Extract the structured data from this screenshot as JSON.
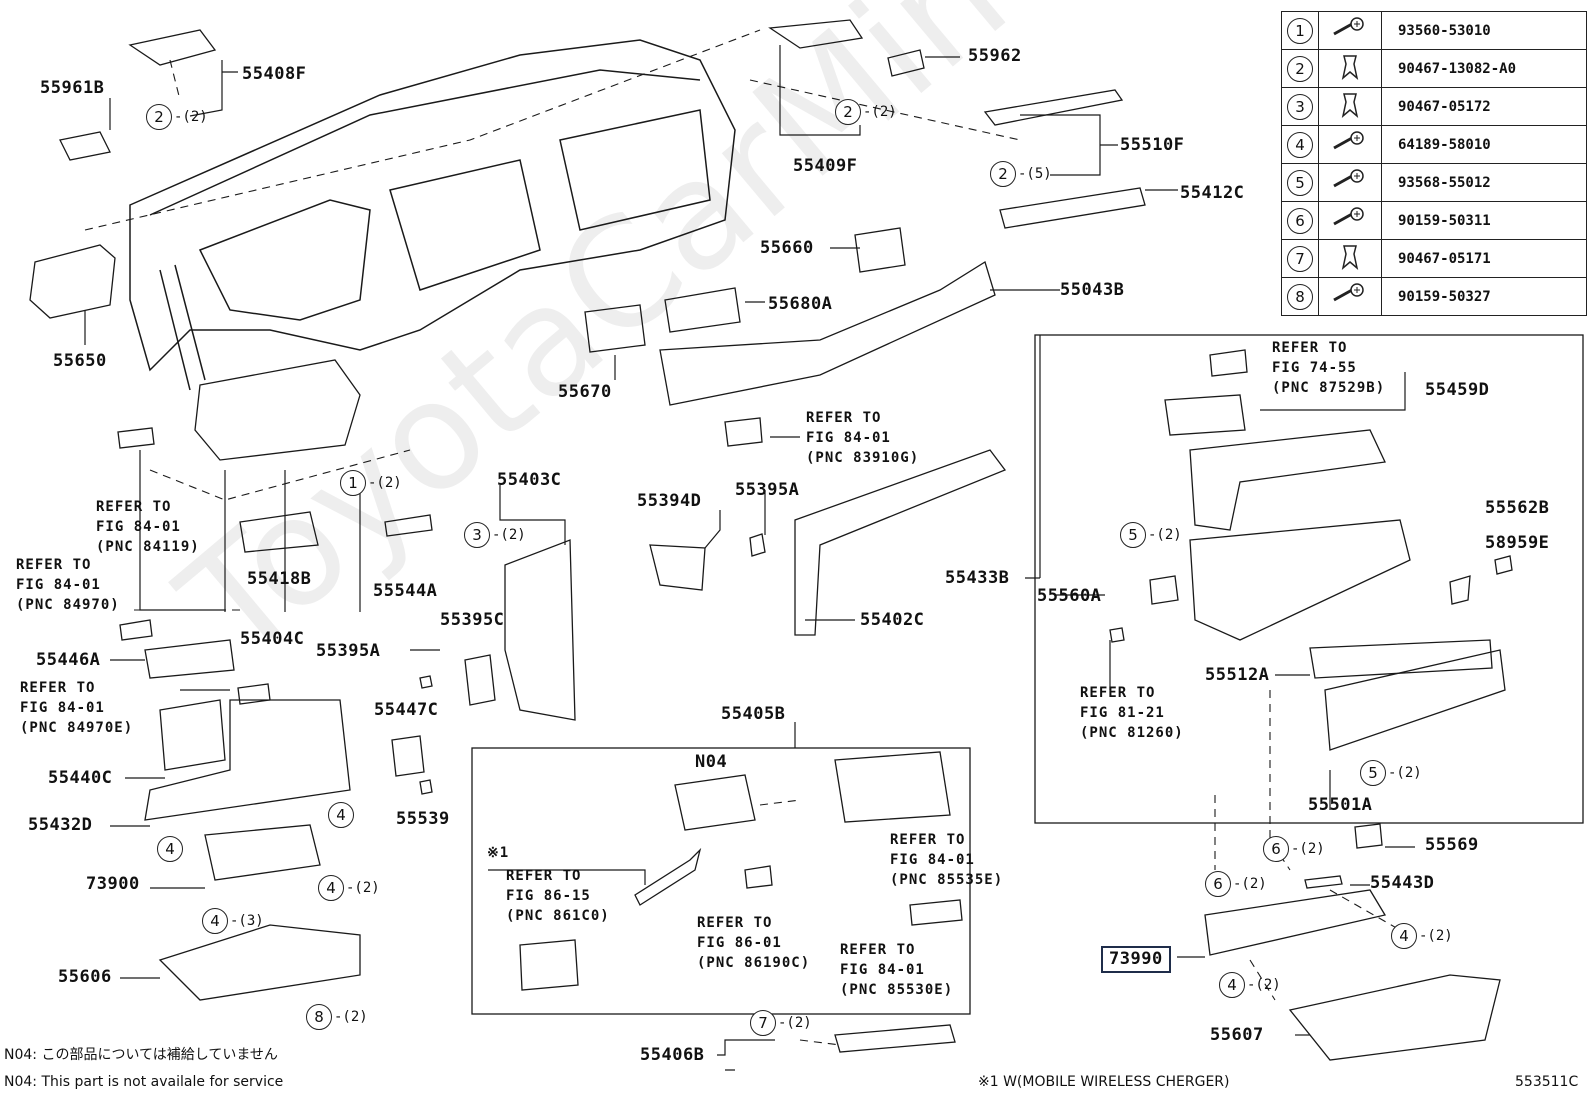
{
  "watermark": "ToyotaCarMine",
  "fasteners": [
    {
      "no": "1",
      "part": "93560-53010",
      "icon": "screw-icon"
    },
    {
      "no": "2",
      "part": "90467-13082-A0",
      "icon": "clip-icon"
    },
    {
      "no": "3",
      "part": "90467-05172",
      "icon": "clip-icon"
    },
    {
      "no": "4",
      "part": "64189-58010",
      "icon": "screw-icon"
    },
    {
      "no": "5",
      "part": "93568-55012",
      "icon": "screw-icon"
    },
    {
      "no": "6",
      "part": "90159-50311",
      "icon": "screw-icon"
    },
    {
      "no": "7",
      "part": "90467-05171",
      "icon": "clip-icon"
    },
    {
      "no": "8",
      "part": "90159-50327",
      "icon": "screw-icon"
    }
  ],
  "parts": {
    "p55961B": "55961B",
    "p55408F": "55408F",
    "p55409F": "55409F",
    "p55962": "55962",
    "p55510F": "55510F",
    "p55412C": "55412C",
    "p55660": "55660",
    "p55043B": "55043B",
    "p55680A": "55680A",
    "p55670": "55670",
    "p55650": "55650",
    "p55459D": "55459D",
    "p55403C": "55403C",
    "p55394D": "55394D",
    "p55395A_1": "55395A",
    "p55562B": "55562B",
    "p58959E": "58959E",
    "p55418B": "55418B",
    "p55544A": "55544A",
    "p55433B": "55433B",
    "p55560A": "55560A",
    "p55404C": "55404C",
    "p55395C": "55395C",
    "p55402C": "55402C",
    "p55446A": "55446A",
    "p55395A_2": "55395A",
    "p55512A": "55512A",
    "p55447C": "55447C",
    "p55405B": "55405B",
    "p55440C": "55440C",
    "pN04": "N04",
    "p55539": "55539",
    "p55432D": "55432D",
    "p55501A": "55501A",
    "p55569": "55569",
    "p73900": "73900",
    "p55443D": "55443D",
    "p73990": "73990",
    "p55606": "55606",
    "p55607": "55607",
    "p55406B": "55406B"
  },
  "refs": {
    "r1": "REFER TO\nFIG 74-55\n(PNC 87529B)",
    "r2": "REFER TO\nFIG 84-01\n(PNC 83910G)",
    "r3": "REFER TO\nFIG 84-01\n(PNC 84119)",
    "r4": "REFER TO\nFIG 84-01\n(PNC 84970)",
    "r5": "REFER TO\nFIG 84-01\n(PNC 84970E)",
    "r6": "REFER TO\nFIG 81-21\n(PNC 81260)",
    "r7": "REFER TO\nFIG 86-15\n(PNC 861C0)",
    "r8": "REFER TO\nFIG 84-01\n(PNC 85535E)",
    "r9": "REFER TO\nFIG 86-01\n(PNC 86190C)",
    "r10": "REFER TO\nFIG 84-01\n(PNC 85530E)"
  },
  "callouts": {
    "c1": {
      "num": "2",
      "qty": "-(2)"
    },
    "c2": {
      "num": "2",
      "qty": "-(2)"
    },
    "c3": {
      "num": "2",
      "qty": "-(5)"
    },
    "c4": {
      "num": "1",
      "qty": "-(2)"
    },
    "c5": {
      "num": "3",
      "qty": "-(2)"
    },
    "c6": {
      "num": "5",
      "qty": "-(2)"
    },
    "c7": {
      "num": "4",
      "qty": ""
    },
    "c8": {
      "num": "4",
      "qty": ""
    },
    "c9": {
      "num": "4",
      "qty": "-(2)"
    },
    "c10": {
      "num": "4",
      "qty": "-(3)"
    },
    "c11": {
      "num": "8",
      "qty": "-(2)"
    },
    "c12": {
      "num": "5",
      "qty": "-(2)"
    },
    "c13": {
      "num": "6",
      "qty": "-(2)"
    },
    "c14": {
      "num": "6",
      "qty": "-(2)"
    },
    "c15": {
      "num": "4",
      "qty": "-(2)"
    },
    "c16": {
      "num": "4",
      "qty": "-(2)"
    },
    "c17": {
      "num": "7",
      "qty": "-(2)"
    }
  },
  "markers": {
    "k1": "※1"
  },
  "notes": {
    "n1": "N04: この部品については補給していません",
    "n2": "N04: This part is not availale for service",
    "n3": "※1 W(MOBILE WIRELESS CHERGER)",
    "n4": "553511C"
  }
}
